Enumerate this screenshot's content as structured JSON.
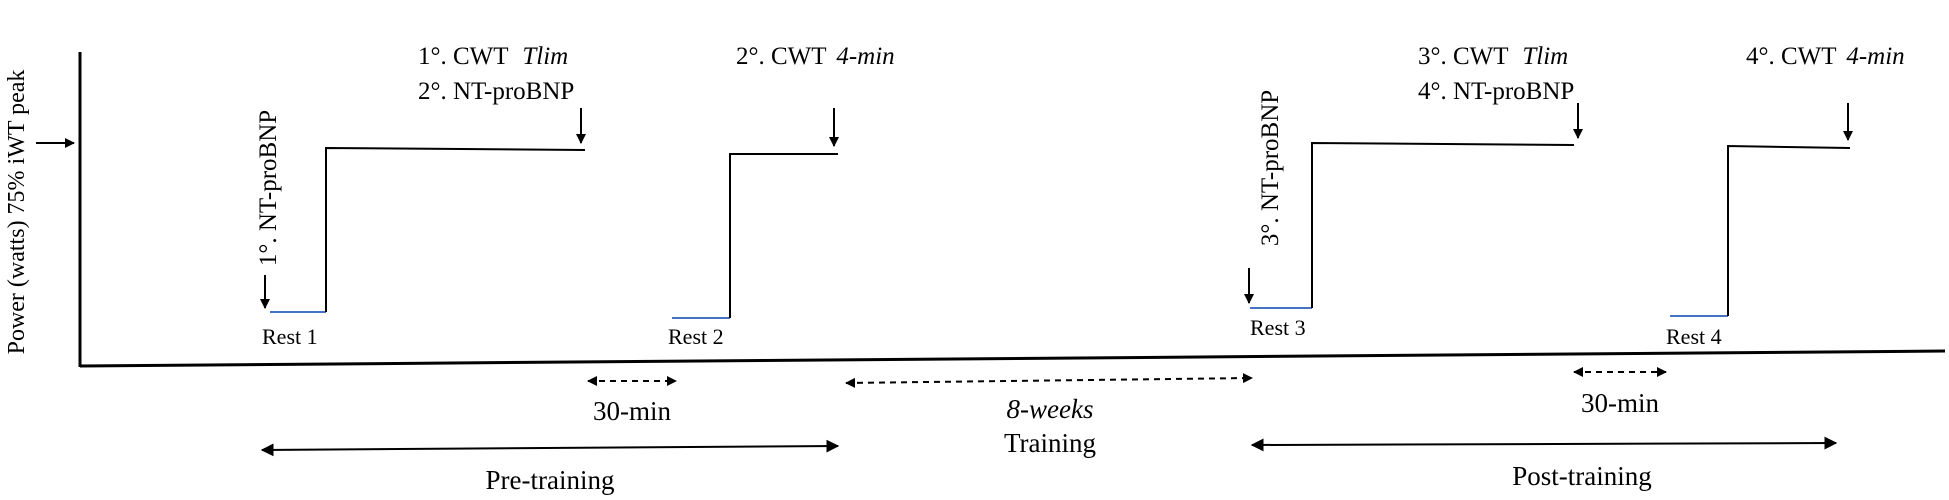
{
  "axis": {
    "y_label": "Power (watts) 75% iWT peak"
  },
  "colors": {
    "ink": "#000000",
    "rest_segment": "#4472c4"
  },
  "sessions": [
    {
      "rest": "Rest 1",
      "pre_marker": "1°. NT-proBNP",
      "top_line1_num": "1°. CWT ",
      "top_line1_italic": "Tlim",
      "top_line2": "2°. NT-proBNP"
    },
    {
      "rest": "Rest 2",
      "top_line1_num": "2°. CWT ",
      "top_line1_italic": "4-min"
    },
    {
      "rest": "Rest 3",
      "pre_marker": "3°. NT-proBNP",
      "top_line1_num": "3°. CWT ",
      "top_line1_italic": "Tlim",
      "top_line2": "4°. NT-proBNP"
    },
    {
      "rest": "Rest 4",
      "top_line1_num": "4°. CWT ",
      "top_line1_italic": "4-min"
    }
  ],
  "intervals": {
    "gap_pre": "30-min",
    "gap_post": "30-min",
    "training_duration": "8-weeks",
    "training_label": "Training",
    "pre_label": "Pre-training",
    "post_label": "Post-training"
  }
}
